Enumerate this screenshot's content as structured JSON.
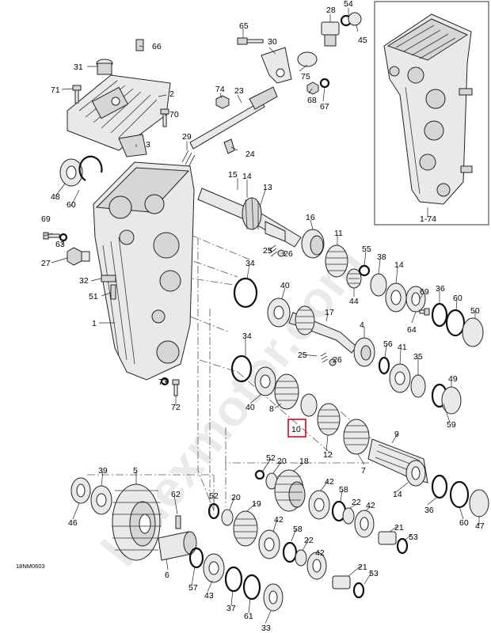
{
  "diagram": {
    "figure_code": "18NM0603",
    "highlighted_callout": "10",
    "watermark": "ladexmotor.com",
    "highlight_color": "#e3001b",
    "callouts": [
      {
        "id": "c28",
        "text": "28"
      },
      {
        "id": "c54",
        "text": "54"
      },
      {
        "id": "c45",
        "text": "45"
      },
      {
        "id": "c65",
        "text": "65"
      },
      {
        "id": "c30",
        "text": "30"
      },
      {
        "id": "c75",
        "text": "75"
      },
      {
        "id": "c66",
        "text": "66"
      },
      {
        "id": "c31",
        "text": "31"
      },
      {
        "id": "c68",
        "text": "68"
      },
      {
        "id": "c67",
        "text": "67"
      },
      {
        "id": "c71",
        "text": "71"
      },
      {
        "id": "c2",
        "text": "2"
      },
      {
        "id": "c23",
        "text": "23"
      },
      {
        "id": "c74",
        "text": "74"
      },
      {
        "id": "c70",
        "text": "70"
      },
      {
        "id": "c3",
        "text": "3"
      },
      {
        "id": "c29",
        "text": "29"
      },
      {
        "id": "c24",
        "text": "24"
      },
      {
        "id": "c48",
        "text": "48"
      },
      {
        "id": "c60a",
        "text": "60"
      },
      {
        "id": "c15",
        "text": "15"
      },
      {
        "id": "c14a",
        "text": "14"
      },
      {
        "id": "c13",
        "text": "13"
      },
      {
        "id": "c69a",
        "text": "69"
      },
      {
        "id": "c63",
        "text": "63"
      },
      {
        "id": "c16",
        "text": "16"
      },
      {
        "id": "c11",
        "text": "11"
      },
      {
        "id": "c27",
        "text": "27"
      },
      {
        "id": "c25a",
        "text": "25"
      },
      {
        "id": "c26a",
        "text": "26"
      },
      {
        "id": "c55",
        "text": "55"
      },
      {
        "id": "c38",
        "text": "38"
      },
      {
        "id": "c14b",
        "text": "14"
      },
      {
        "id": "c34a",
        "text": "34"
      },
      {
        "id": "c32",
        "text": "32"
      },
      {
        "id": "c44",
        "text": "44"
      },
      {
        "id": "c40a",
        "text": "40"
      },
      {
        "id": "c69b",
        "text": "69"
      },
      {
        "id": "c36a",
        "text": "36"
      },
      {
        "id": "c60b",
        "text": "60"
      },
      {
        "id": "c51",
        "text": "51"
      },
      {
        "id": "c50",
        "text": "50"
      },
      {
        "id": "c17",
        "text": "17"
      },
      {
        "id": "c64",
        "text": "64"
      },
      {
        "id": "c1",
        "text": "1"
      },
      {
        "id": "c4",
        "text": "4"
      },
      {
        "id": "c34b",
        "text": "34"
      },
      {
        "id": "c56",
        "text": "56"
      },
      {
        "id": "c41",
        "text": "41"
      },
      {
        "id": "c25b",
        "text": "25"
      },
      {
        "id": "c26b",
        "text": "26"
      },
      {
        "id": "c35",
        "text": "35"
      },
      {
        "id": "c73",
        "text": "73"
      },
      {
        "id": "c49",
        "text": "49"
      },
      {
        "id": "c40b",
        "text": "40"
      },
      {
        "id": "c8",
        "text": "8"
      },
      {
        "id": "c72",
        "text": "72"
      },
      {
        "id": "c59",
        "text": "59"
      },
      {
        "id": "c10",
        "text": "10"
      },
      {
        "id": "c12",
        "text": "12"
      },
      {
        "id": "c9",
        "text": "9"
      },
      {
        "id": "c7",
        "text": "7"
      },
      {
        "id": "c52a",
        "text": "52"
      },
      {
        "id": "c20a",
        "text": "20"
      },
      {
        "id": "c18",
        "text": "18"
      },
      {
        "id": "c39",
        "text": "39"
      },
      {
        "id": "c5",
        "text": "5"
      },
      {
        "id": "c42a",
        "text": "42"
      },
      {
        "id": "c58a",
        "text": "58"
      },
      {
        "id": "c14c",
        "text": "14"
      },
      {
        "id": "c36b",
        "text": "36"
      },
      {
        "id": "c62",
        "text": "62"
      },
      {
        "id": "c52b",
        "text": "52"
      },
      {
        "id": "c20b",
        "text": "20"
      },
      {
        "id": "c19",
        "text": "19"
      },
      {
        "id": "c22a",
        "text": "22"
      },
      {
        "id": "c42b",
        "text": "42"
      },
      {
        "id": "c60c",
        "text": "60"
      },
      {
        "id": "c47",
        "text": "47"
      },
      {
        "id": "c46",
        "text": "46"
      },
      {
        "id": "c42c",
        "text": "42"
      },
      {
        "id": "c58b",
        "text": "58"
      },
      {
        "id": "c21a",
        "text": "21"
      },
      {
        "id": "c53a",
        "text": "53"
      },
      {
        "id": "c22b",
        "text": "22"
      },
      {
        "id": "c6",
        "text": "6"
      },
      {
        "id": "c57",
        "text": "57"
      },
      {
        "id": "c43",
        "text": "43"
      },
      {
        "id": "c42d",
        "text": "42"
      },
      {
        "id": "c21b",
        "text": "21"
      },
      {
        "id": "c53b",
        "text": "53"
      },
      {
        "id": "c37",
        "text": "37"
      },
      {
        "id": "c61",
        "text": "61"
      },
      {
        "id": "c33",
        "text": "33"
      },
      {
        "id": "c174",
        "text": "1-74"
      }
    ]
  }
}
